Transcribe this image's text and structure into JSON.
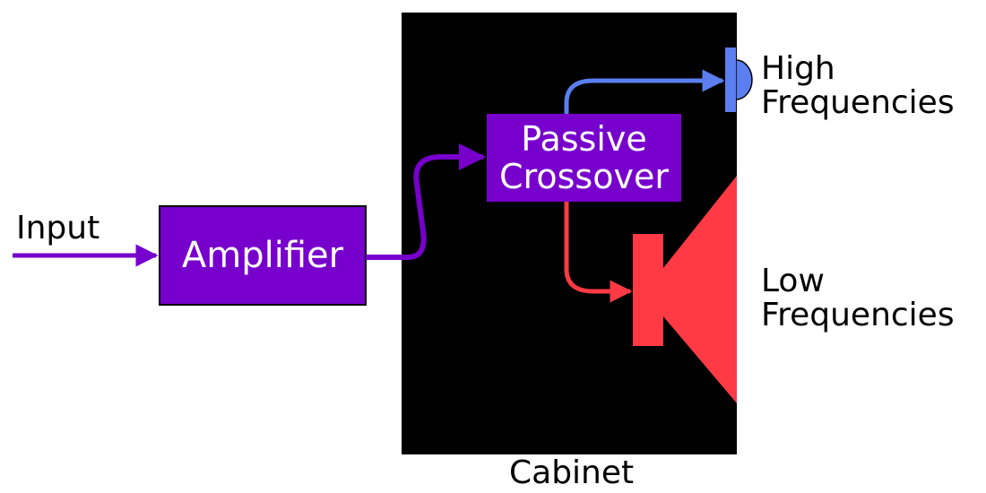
{
  "labels": {
    "input": "Input",
    "amplifier": "Amplifier",
    "crossover_line1": "Passive",
    "crossover_line2": "Crossover",
    "cabinet": "Cabinet",
    "high_line1": "High",
    "high_line2": "Frequencies",
    "low_line1": "Low",
    "low_line2": "Frequencies"
  },
  "colors": {
    "signal": "#7700cc",
    "box": "#7700cc",
    "cabinet": "#000000",
    "tweeter": "#5b7ff0",
    "woofer": "#ff3a44"
  }
}
